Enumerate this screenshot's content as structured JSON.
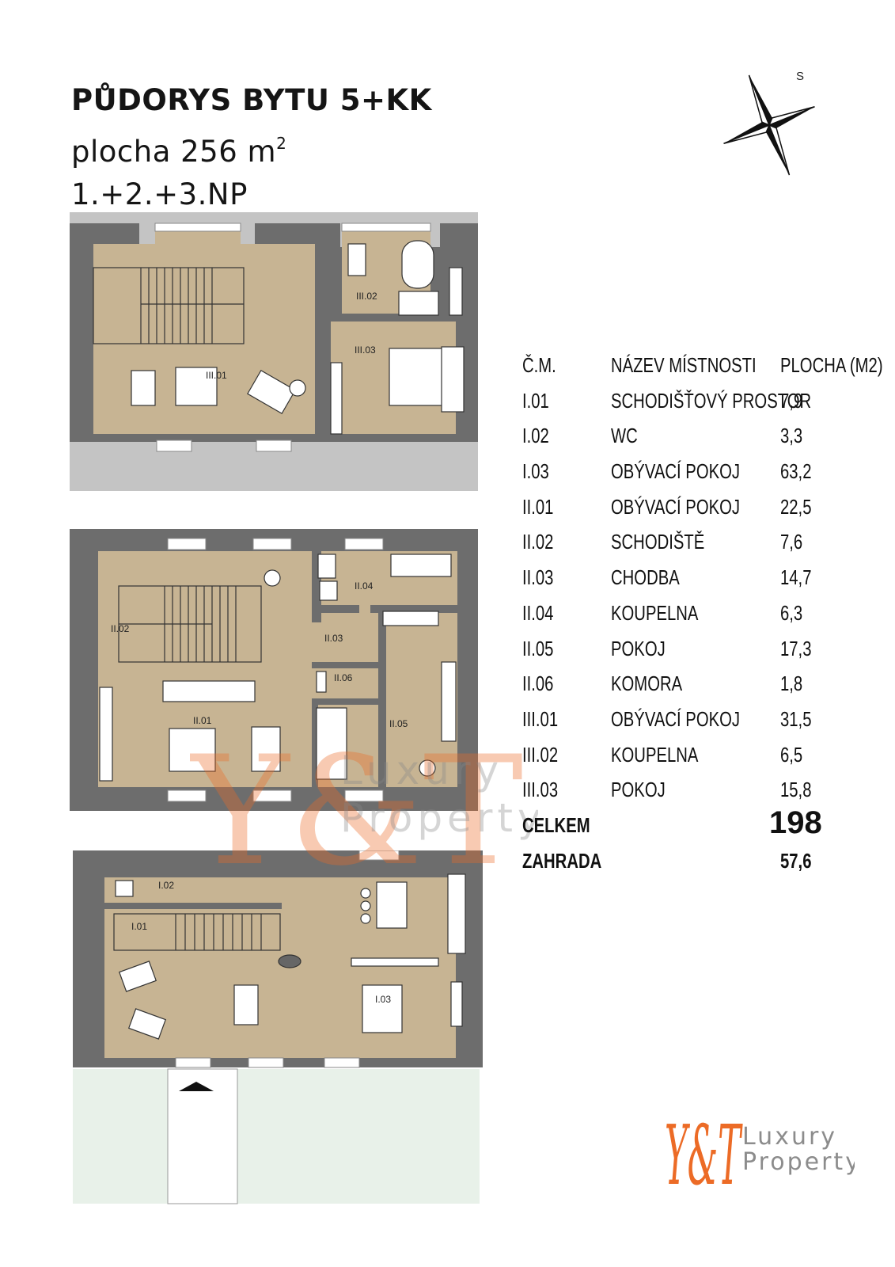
{
  "header": {
    "title": "PŮDORYS BYTU 5+KK",
    "area_prefix": "plocha 256 m",
    "area_sup": "2",
    "floors": "1.+2.+3.NP"
  },
  "compass": {
    "label": "S"
  },
  "floor3_labels": {
    "r1": "III.01",
    "r2": "III.02",
    "r3": "III.03"
  },
  "floor2_labels": {
    "r1": "II.01",
    "r2": "II.02",
    "r3": "II.03",
    "r4": "II.04",
    "r5": "II.05",
    "r6": "II.06"
  },
  "floor1_labels": {
    "r1": "I.01",
    "r2": "I.02",
    "r3": "I.03"
  },
  "table": {
    "headers": {
      "id": "Č.M.",
      "name": "NÁZEV MÍSTNOSTI",
      "area": "PLOCHA (M2)"
    },
    "rows": [
      {
        "id": "I.01",
        "name": "SCHODIŠŤOVÝ PROSTOR",
        "area": "7,9"
      },
      {
        "id": "I.02",
        "name": "WC",
        "area": "3,3"
      },
      {
        "id": "I.03",
        "name": "OBÝVACÍ POKOJ",
        "area": "63,2"
      },
      {
        "id": "II.01",
        "name": "OBÝVACÍ POKOJ",
        "area": "22,5"
      },
      {
        "id": "II.02",
        "name": "SCHODIŠTĚ",
        "area": "7,6"
      },
      {
        "id": "II.03",
        "name": "CHODBA",
        "area": "14,7"
      },
      {
        "id": "II.04",
        "name": "KOUPELNA",
        "area": "6,3"
      },
      {
        "id": "II.05",
        "name": "POKOJ",
        "area": "17,3"
      },
      {
        "id": "II.06",
        "name": "KOMORA",
        "area": "1,8"
      },
      {
        "id": "III.01",
        "name": "OBÝVACÍ POKOJ",
        "area": "31,5"
      },
      {
        "id": "III.02",
        "name": "KOUPELNA",
        "area": "6,5"
      },
      {
        "id": "III.03",
        "name": "POKOJ",
        "area": "15,8"
      }
    ],
    "total_label": "CELKEM",
    "total_value": "198",
    "garden_label": "ZAHRADA",
    "garden_value": "57,6"
  },
  "brand": {
    "mark": "Y&T",
    "line1": "Luxury",
    "line2": "Property"
  },
  "colors": {
    "wall": "#6d6d6d",
    "floor": "#c7b493",
    "outside": "#c4c4c4",
    "garden": "#e8f1e9",
    "accent": "#ec6b26"
  }
}
